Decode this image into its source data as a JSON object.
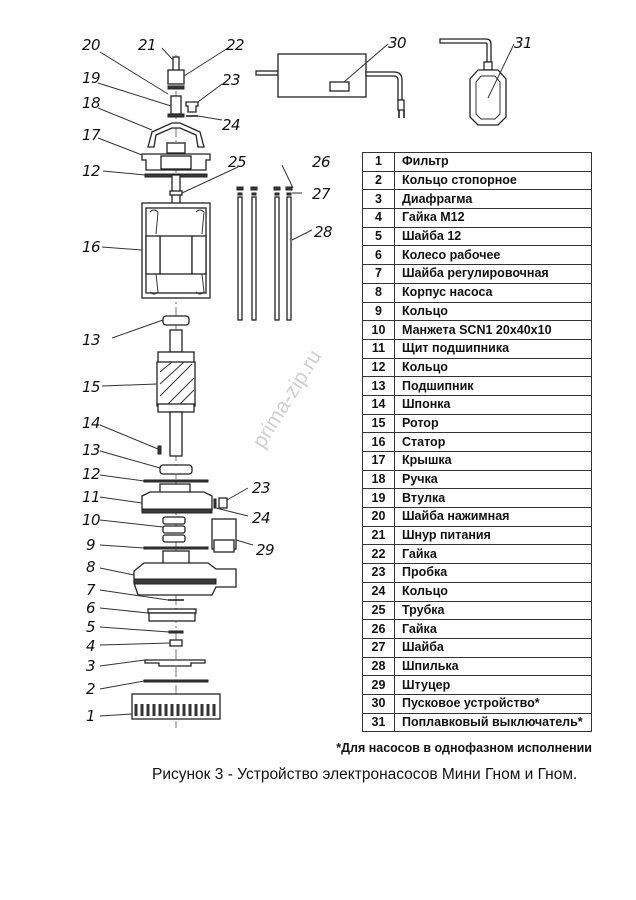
{
  "figure": {
    "caption": "Рисунок 3 - Устройство электронасосов Мини Гном и Гном.",
    "footnote": "*Для насосов в однофазном исполнении",
    "watermark": "prima-zip.ru"
  },
  "callouts": {
    "c1": "1",
    "c2": "2",
    "c3": "3",
    "c4": "4",
    "c5": "5",
    "c6": "6",
    "c7": "7",
    "c8": "8",
    "c9": "9",
    "c10": "10",
    "c11": "11",
    "c12a": "12",
    "c12b": "12",
    "c13a": "13",
    "c13b": "13",
    "c14": "14",
    "c15": "15",
    "c16": "16",
    "c17": "17",
    "c18": "18",
    "c19": "19",
    "c20": "20",
    "c21": "21",
    "c22": "22",
    "c23a": "23",
    "c23b": "23",
    "c24a": "24",
    "c24b": "24",
    "c25": "25",
    "c26": "26",
    "c27": "27",
    "c28": "28",
    "c29": "29",
    "c30": "30",
    "c31": "31"
  },
  "parts": [
    {
      "num": "1",
      "name": "Фильтр"
    },
    {
      "num": "2",
      "name": "Кольцо стопорное"
    },
    {
      "num": "3",
      "name": "Диафрагма"
    },
    {
      "num": "4",
      "name": "Гайка М12"
    },
    {
      "num": "5",
      "name": "Шайба 12"
    },
    {
      "num": "6",
      "name": "Колесо рабочее"
    },
    {
      "num": "7",
      "name": "Шайба регулировочная"
    },
    {
      "num": "8",
      "name": "Корпус насоса"
    },
    {
      "num": "9",
      "name": "Кольцо"
    },
    {
      "num": "10",
      "name": "Манжета SCN1 20х40х10"
    },
    {
      "num": "11",
      "name": "Щит подшипника"
    },
    {
      "num": "12",
      "name": "Кольцо"
    },
    {
      "num": "13",
      "name": "Подшипник"
    },
    {
      "num": "14",
      "name": "Шпонка"
    },
    {
      "num": "15",
      "name": "Ротор"
    },
    {
      "num": "16",
      "name": "Статор"
    },
    {
      "num": "17",
      "name": "Крышка"
    },
    {
      "num": "18",
      "name": "Ручка"
    },
    {
      "num": "19",
      "name": "Втулка"
    },
    {
      "num": "20",
      "name": "Шайба нажимная"
    },
    {
      "num": "21",
      "name": "Шнур питания"
    },
    {
      "num": "22",
      "name": "Гайка"
    },
    {
      "num": "23",
      "name": "Пробка"
    },
    {
      "num": "24",
      "name": "Кольцо"
    },
    {
      "num": "25",
      "name": "Трубка"
    },
    {
      "num": "26",
      "name": "Гайка"
    },
    {
      "num": "27",
      "name": "Шайба"
    },
    {
      "num": "28",
      "name": "Шпилька"
    },
    {
      "num": "29",
      "name": "Штуцер"
    },
    {
      "num": "30",
      "name": "Пусковое устройство*"
    },
    {
      "num": "31",
      "name": "Поплавковый выключатель*"
    }
  ]
}
